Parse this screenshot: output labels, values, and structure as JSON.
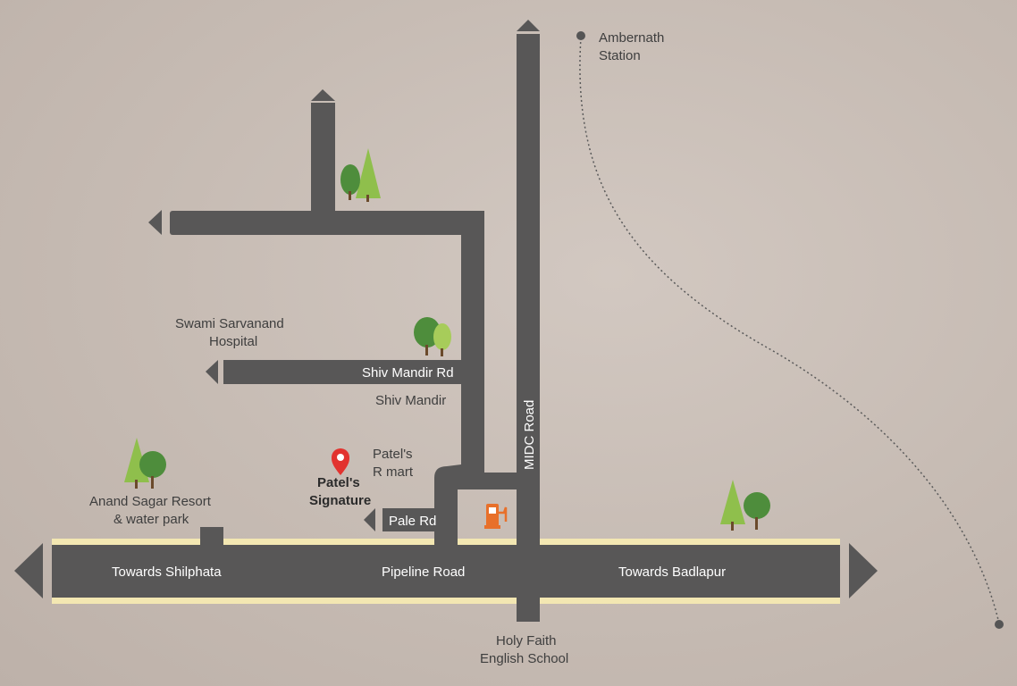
{
  "colors": {
    "background": "#c8bdb5",
    "road": "#585757",
    "road_edge": "#f3e7b2",
    "tree_dark": "#4e8d3c",
    "tree_light": "#8fbf4c",
    "pin": "#e2332f",
    "fuel": "#e8702a",
    "rail": "#5a5a5a"
  },
  "landmarks": {
    "ambernath_line1": "Ambernath",
    "ambernath_line2": "Station",
    "hospital_line1": "Swami Sarvanand",
    "hospital_line2": "Hospital",
    "shiv_mandir": "Shiv Mandir",
    "rmart_line1": "Patel's",
    "rmart_line2": "R mart",
    "resort_line1": "Anand Sagar Resort",
    "resort_line2": "& water park",
    "school_line1": "Holy Faith",
    "school_line2": "English School",
    "project_line1": "Patel's",
    "project_line2": "Signature"
  },
  "roads": {
    "shiv_mandir_rd": "Shiv Mandir Rd",
    "midc_road": "MIDC Road",
    "pale_rd": "Pale Rd",
    "towards_shilphata": "Towards Shilphata",
    "pipeline_road": "Pipeline Road",
    "towards_badlapur": "Towards Badlapur"
  },
  "icons": {
    "project_marker": "map-pin-icon",
    "fuel_station": "fuel-pump-icon",
    "trees": "tree-icon",
    "railway": "dotted-rail-line"
  }
}
